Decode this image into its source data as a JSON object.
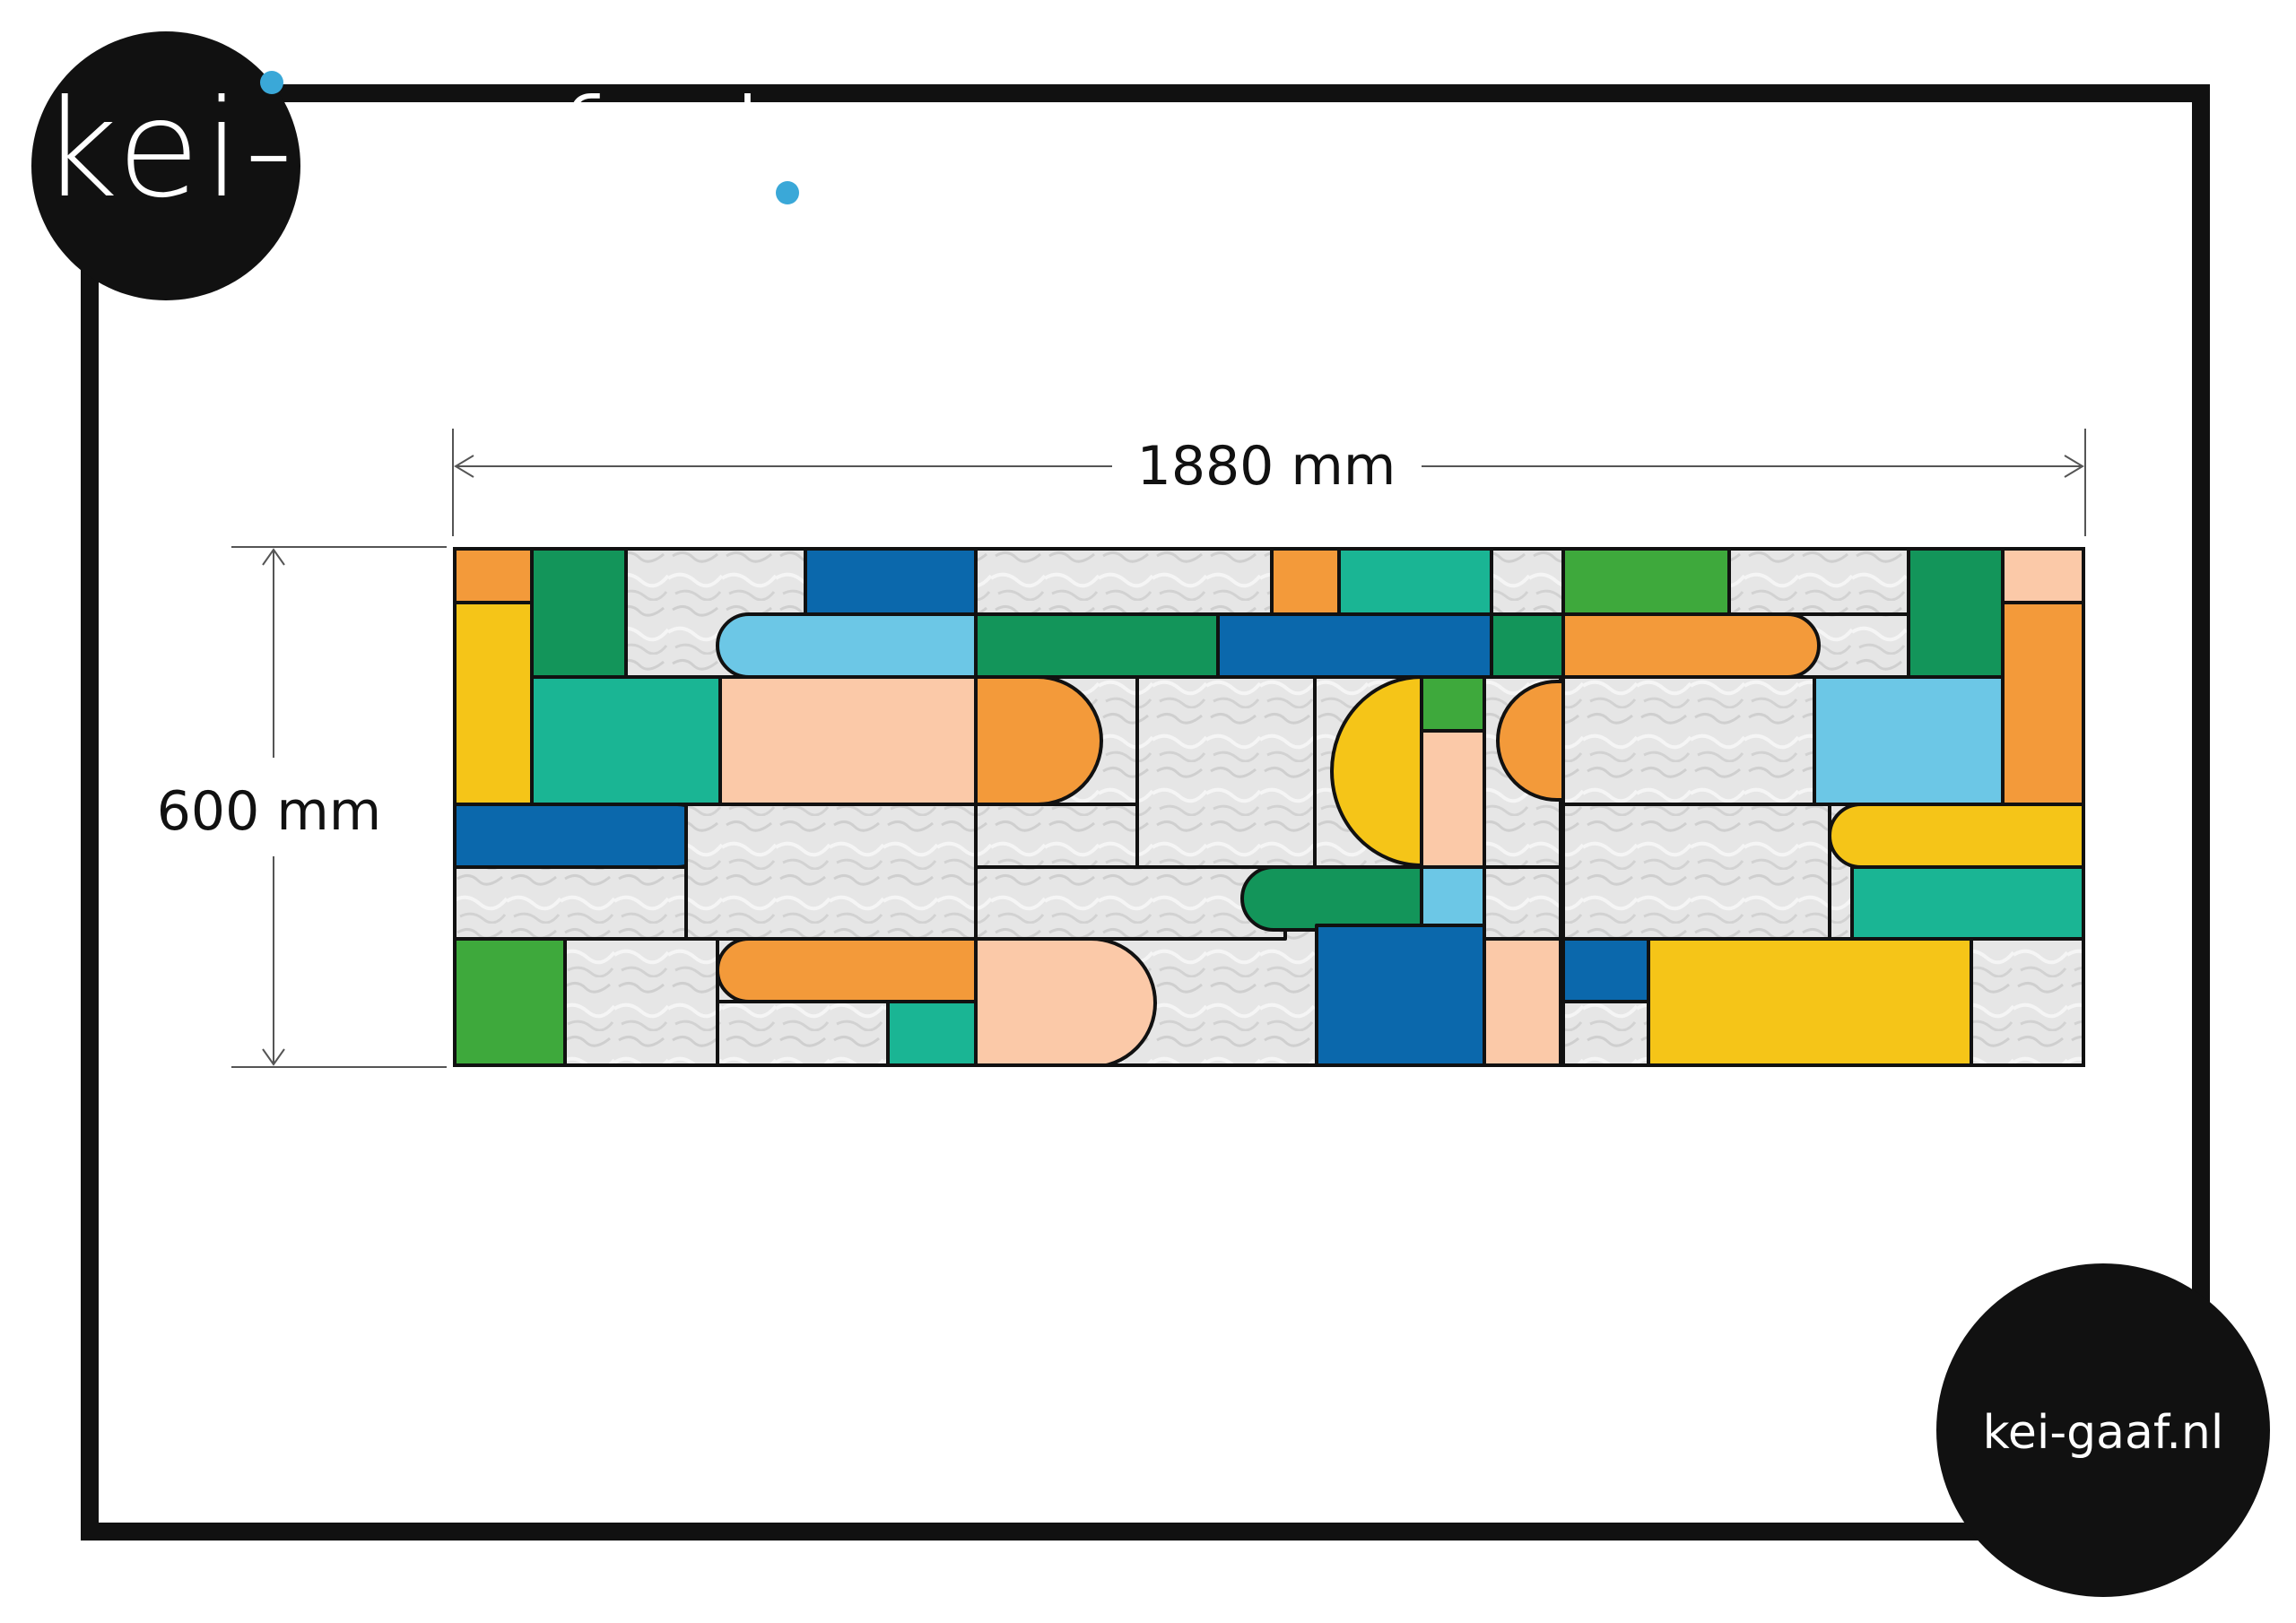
{
  "brand": {
    "name": "kei-gaaf.nl",
    "accent": "#3aa8d8"
  },
  "dimensions": {
    "width_label": "1880 mm",
    "height_label": "600 mm"
  },
  "palette": {
    "orange": "#f39a3a",
    "yellow": "#f5c518",
    "green": "#13955a",
    "teal": "#1ab594",
    "blue": "#0b68ac",
    "lightblue": "#6cc7e6",
    "peach": "#fbc9a8",
    "lime": "#3ea93c",
    "clear": "#e4e4e4"
  }
}
